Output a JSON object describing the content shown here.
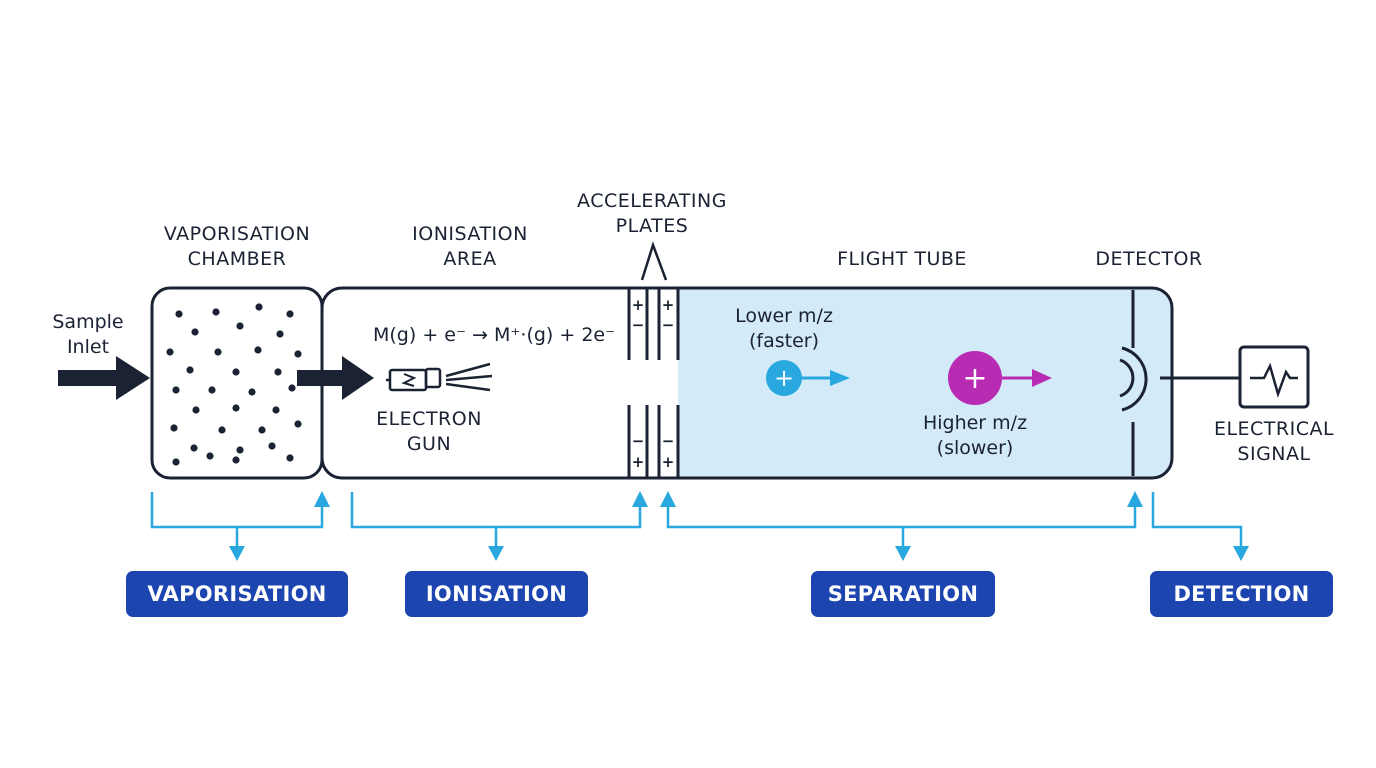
{
  "labels": {
    "sample_inlet": [
      "Sample",
      "Inlet"
    ],
    "vaporisation_chamber": [
      "VAPORISATION",
      "CHAMBER"
    ],
    "ionisation_area": [
      "IONISATION",
      "AREA"
    ],
    "accelerating_plates": [
      "ACCELERATING",
      "PLATES"
    ],
    "flight_tube": "FLIGHT TUBE",
    "detector": "DETECTOR",
    "electron_gun": [
      "ELECTRON",
      "GUN"
    ],
    "electrical_signal": [
      "ELECTRICAL",
      "SIGNAL"
    ],
    "equation": "M(g) + e⁻ → M⁺·(g) + 2e⁻"
  },
  "ions": {
    "lower": {
      "line1": "Lower m/z",
      "line2": "(faster)",
      "symbol": "+",
      "color": "#29a8e0"
    },
    "higher": {
      "line1": "Higher m/z",
      "line2": "(slower)",
      "symbol": "+",
      "color": "#b82bb3"
    }
  },
  "plates": {
    "top": [
      "+",
      "−",
      "+",
      "−"
    ],
    "bottom": [
      "−",
      "+",
      "−",
      "+"
    ]
  },
  "stages": [
    "VAPORISATION",
    "IONISATION",
    "SEPARATION",
    "DETECTION"
  ],
  "colors": {
    "outline": "#1a2233",
    "bracket": "#29a8e0",
    "stage_bg": "#1d45b0",
    "flight_fill": "#d3eaf8"
  },
  "icons": [
    "arrow-right-icon",
    "electron-gun-icon",
    "signal-waveform-icon",
    "detector-cup-icon"
  ]
}
